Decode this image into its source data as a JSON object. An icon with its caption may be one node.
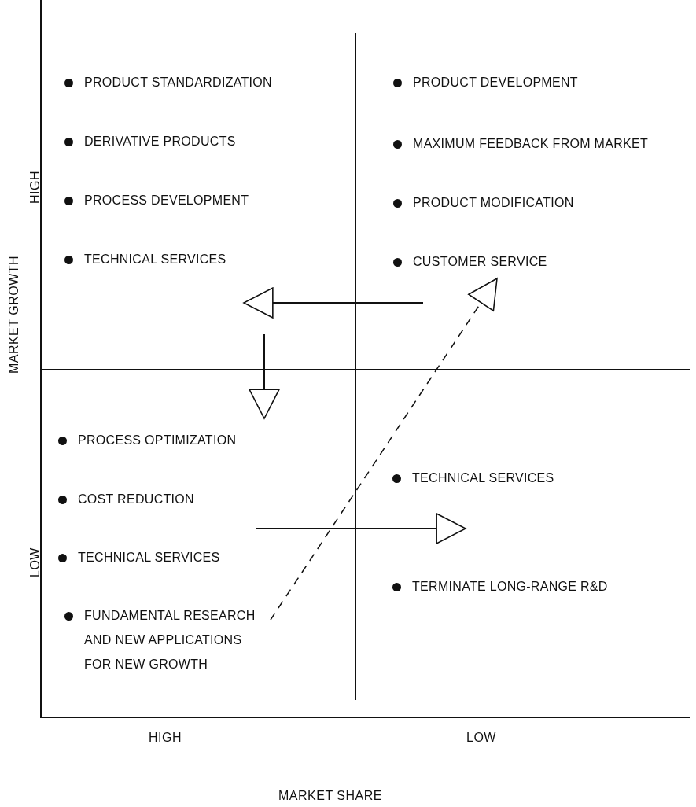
{
  "diagram": {
    "nodes": [
      {
        "text": [
          "PRODUCT STANDARDIZATION"
        ]
      },
      {
        "text": [
          "DERIVATIVE PRODUCTS"
        ]
      },
      {
        "text": [
          "PROCESS DEVELOPMENT"
        ]
      },
      {
        "text": [
          "TECHNICAL SERVICES"
        ]
      },
      {
        "text": [
          "PRODUCT DEVELOPMENT"
        ]
      },
      {
        "text": [
          "MAXIMUM FEEDBACK FROM MARKET"
        ]
      },
      {
        "text": [
          "PRODUCT MODIFICATION"
        ]
      },
      {
        "text": [
          "CUSTOMER SERVICE"
        ]
      },
      {
        "text": [
          "PROCESS OPTIMIZATION"
        ]
      },
      {
        "text": [
          "COST REDUCTION"
        ]
      },
      {
        "text": [
          "TECHNICAL SERVICES"
        ]
      },
      {
        "text": [
          "FUNDAMENTAL RESEARCH AND NEW APPLICATIONS FOR NEW GROWTH"
        ]
      },
      {
        "text": [
          "TECHNICAL SERVICES"
        ]
      },
      {
        "text": [
          "TERMINATE LONG-RANGE R&D"
        ]
      }
    ],
    "edges": [
      {
        "from": 11,
        "to": 7,
        "arrow": "to",
        "style": "dashed"
      }
    ],
    "labels": [
      "HIGH",
      "MARKET GROWTH",
      "LOW",
      "HIGH",
      "LOW",
      "MARKET SHARE"
    ]
  }
}
